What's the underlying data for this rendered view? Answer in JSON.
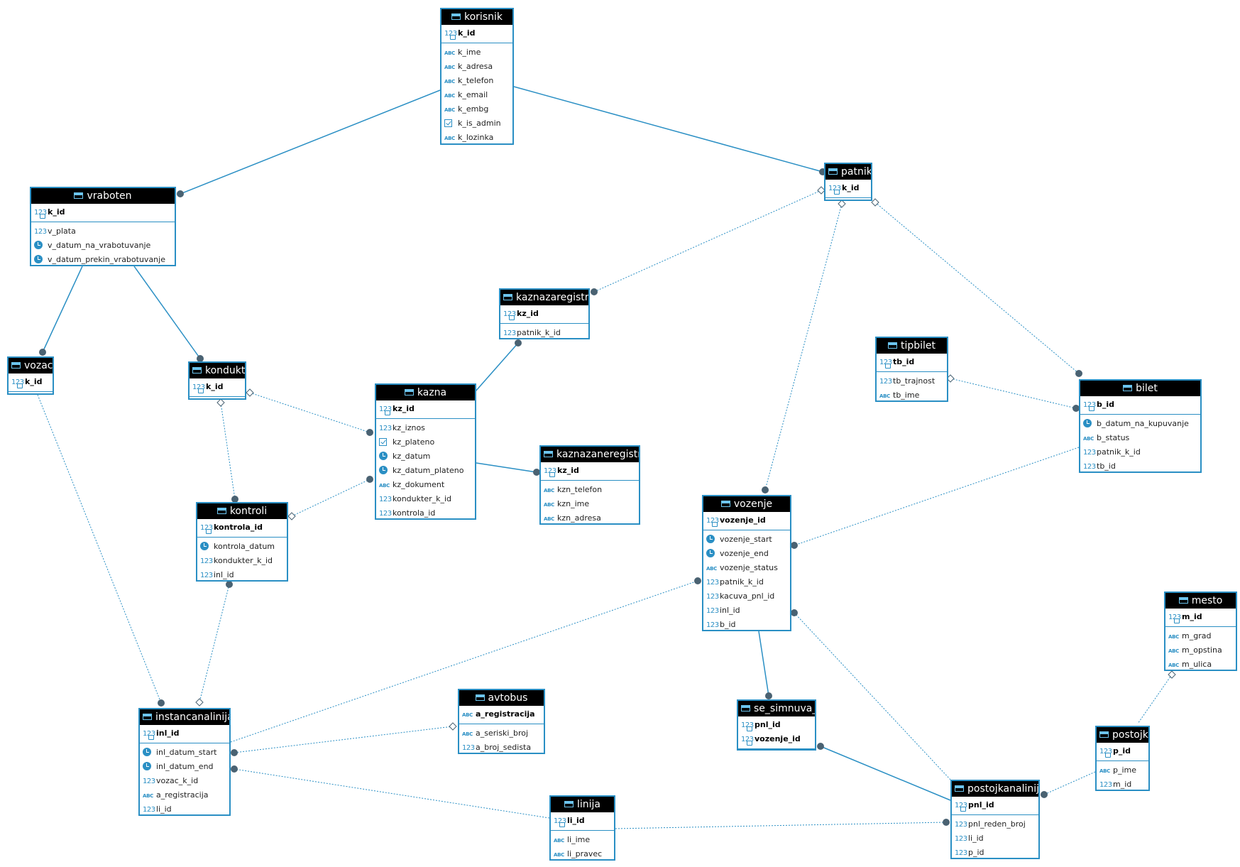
{
  "diagram": {
    "entities": [
      {
        "id": "korisnik",
        "title": "korisnik",
        "pk": [
          {
            "name": "k_id",
            "type": "key"
          }
        ],
        "columns": [
          {
            "name": "k_ime",
            "type": "abc"
          },
          {
            "name": "k_adresa",
            "type": "abc"
          },
          {
            "name": "k_telefon",
            "type": "abc"
          },
          {
            "name": "k_email",
            "type": "abc"
          },
          {
            "name": "k_embg",
            "type": "abc"
          },
          {
            "name": "k_is_admin",
            "type": "bool"
          },
          {
            "name": "k_lozinka",
            "type": "abc"
          }
        ]
      },
      {
        "id": "vraboten",
        "title": "vraboten",
        "pk": [
          {
            "name": "k_id",
            "type": "key"
          }
        ],
        "columns": [
          {
            "name": "v_plata",
            "type": "num"
          },
          {
            "name": "v_datum_na_vrabotuvanje",
            "type": "clock"
          },
          {
            "name": "v_datum_prekin_vrabotuvanje",
            "type": "clock"
          }
        ]
      },
      {
        "id": "patnik",
        "title": "patnik",
        "pk": [
          {
            "name": "k_id",
            "type": "key"
          }
        ],
        "columns": []
      },
      {
        "id": "vozac",
        "title": "vozac",
        "pk": [
          {
            "name": "k_id",
            "type": "key"
          }
        ],
        "columns": []
      },
      {
        "id": "kondukter",
        "title": "kondukter",
        "pk": [
          {
            "name": "k_id",
            "type": "key"
          }
        ],
        "columns": []
      },
      {
        "id": "kaznazaregistrirani",
        "title": "kaznazaregistrirani",
        "pk": [
          {
            "name": "kz_id",
            "type": "key"
          }
        ],
        "columns": [
          {
            "name": "patnik_k_id",
            "type": "num"
          }
        ]
      },
      {
        "id": "kazna",
        "title": "kazna",
        "pk": [
          {
            "name": "kz_id",
            "type": "key"
          }
        ],
        "columns": [
          {
            "name": "kz_iznos",
            "type": "num"
          },
          {
            "name": "kz_plateno",
            "type": "bool"
          },
          {
            "name": "kz_datum",
            "type": "clock"
          },
          {
            "name": "kz_datum_plateno",
            "type": "clock"
          },
          {
            "name": "kz_dokument",
            "type": "abc"
          },
          {
            "name": "kondukter_k_id",
            "type": "num"
          },
          {
            "name": "kontrola_id",
            "type": "num"
          }
        ]
      },
      {
        "id": "kaznazaneregistrirani",
        "title": "kaznazaneregistrirani",
        "pk": [
          {
            "name": "kz_id",
            "type": "key"
          }
        ],
        "columns": [
          {
            "name": "kzn_telefon",
            "type": "abc"
          },
          {
            "name": "kzn_ime",
            "type": "abc"
          },
          {
            "name": "kzn_adresa",
            "type": "abc"
          }
        ]
      },
      {
        "id": "tipbilet",
        "title": "tipbilet",
        "pk": [
          {
            "name": "tb_id",
            "type": "key"
          }
        ],
        "columns": [
          {
            "name": "tb_trajnost",
            "type": "num"
          },
          {
            "name": "tb_ime",
            "type": "abc"
          }
        ]
      },
      {
        "id": "bilet",
        "title": "bilet",
        "pk": [
          {
            "name": "b_id",
            "type": "key"
          }
        ],
        "columns": [
          {
            "name": "b_datum_na_kupuvanje",
            "type": "clock"
          },
          {
            "name": "b_status",
            "type": "abc"
          },
          {
            "name": "patnik_k_id",
            "type": "num"
          },
          {
            "name": "tb_id",
            "type": "num"
          }
        ]
      },
      {
        "id": "kontroli",
        "title": "kontroli",
        "pk": [
          {
            "name": "kontrola_id",
            "type": "key"
          }
        ],
        "columns": [
          {
            "name": "kontrola_datum",
            "type": "clock"
          },
          {
            "name": "kondukter_k_id",
            "type": "num"
          },
          {
            "name": "inl_id",
            "type": "num"
          }
        ]
      },
      {
        "id": "vozenje",
        "title": "vozenje",
        "pk": [
          {
            "name": "vozenje_id",
            "type": "key"
          }
        ],
        "columns": [
          {
            "name": "vozenje_start",
            "type": "clock"
          },
          {
            "name": "vozenje_end",
            "type": "clock"
          },
          {
            "name": "vozenje_status",
            "type": "abc"
          },
          {
            "name": "patnik_k_id",
            "type": "num"
          },
          {
            "name": "kacuva_pnl_id",
            "type": "num"
          },
          {
            "name": "inl_id",
            "type": "num"
          },
          {
            "name": "b_id",
            "type": "num"
          }
        ]
      },
      {
        "id": "mesto",
        "title": "mesto",
        "pk": [
          {
            "name": "m_id",
            "type": "key"
          }
        ],
        "columns": [
          {
            "name": "m_grad",
            "type": "abc"
          },
          {
            "name": "m_opstina",
            "type": "abc"
          },
          {
            "name": "m_ulica",
            "type": "abc"
          }
        ]
      },
      {
        "id": "avtobus",
        "title": "avtobus",
        "pk": [
          {
            "name": "a_registracija",
            "type": "abckey"
          }
        ],
        "columns": [
          {
            "name": "a_seriski_broj",
            "type": "abc"
          },
          {
            "name": "a_broj_sedista",
            "type": "num"
          }
        ]
      },
      {
        "id": "instancanalinija",
        "title": "instancanalinija",
        "pk": [
          {
            "name": "inl_id",
            "type": "key"
          }
        ],
        "columns": [
          {
            "name": "inl_datum_start",
            "type": "clock"
          },
          {
            "name": "inl_datum_end",
            "type": "clock"
          },
          {
            "name": "vozac_k_id",
            "type": "num"
          },
          {
            "name": "a_registracija",
            "type": "abc"
          },
          {
            "name": "li_id",
            "type": "num"
          }
        ]
      },
      {
        "id": "se_simnuva_na",
        "title": "se_simnuva_na",
        "pk": [
          {
            "name": "pnl_id",
            "type": "key"
          },
          {
            "name": "vozenje_id",
            "type": "key"
          }
        ],
        "columns": []
      },
      {
        "id": "postojka",
        "title": "postojka",
        "pk": [
          {
            "name": "p_id",
            "type": "key"
          }
        ],
        "columns": [
          {
            "name": "p_ime",
            "type": "abc"
          },
          {
            "name": "m_id",
            "type": "num"
          }
        ]
      },
      {
        "id": "linija",
        "title": "linija",
        "pk": [
          {
            "name": "li_id",
            "type": "key"
          }
        ],
        "columns": [
          {
            "name": "li_ime",
            "type": "abc"
          },
          {
            "name": "li_pravec",
            "type": "abc"
          }
        ]
      },
      {
        "id": "postojkanalinija",
        "title": "postojkanalinija",
        "pk": [
          {
            "name": "pnl_id",
            "type": "key"
          }
        ],
        "columns": [
          {
            "name": "pnl_reden_broj",
            "type": "num"
          },
          {
            "name": "li_id",
            "type": "num"
          },
          {
            "name": "p_id",
            "type": "num"
          }
        ]
      }
    ],
    "relationships": [
      {
        "from": "korisnik",
        "to": "vraboten",
        "style": "identifying"
      },
      {
        "from": "korisnik",
        "to": "patnik",
        "style": "identifying"
      },
      {
        "from": "vraboten",
        "to": "vozac",
        "style": "identifying"
      },
      {
        "from": "vraboten",
        "to": "kondukter",
        "style": "identifying"
      },
      {
        "from": "patnik",
        "to": "kaznazaregistrirani",
        "style": "non-identifying"
      },
      {
        "from": "patnik",
        "to": "vozenje",
        "style": "non-identifying"
      },
      {
        "from": "patnik",
        "to": "bilet",
        "style": "non-identifying"
      },
      {
        "from": "kaznazaregistrirani",
        "to": "kazna",
        "style": "identifying"
      },
      {
        "from": "kazna",
        "to": "kaznazaneregistrirani",
        "style": "identifying"
      },
      {
        "from": "kondukter",
        "to": "kazna",
        "style": "non-identifying"
      },
      {
        "from": "kondukter",
        "to": "kontroli",
        "style": "non-identifying"
      },
      {
        "from": "kontroli",
        "to": "kazna",
        "style": "non-identifying"
      },
      {
        "from": "tipbilet",
        "to": "bilet",
        "style": "non-identifying"
      },
      {
        "from": "bilet",
        "to": "vozenje",
        "style": "non-identifying"
      },
      {
        "from": "vozac",
        "to": "instancanalinija",
        "style": "non-identifying"
      },
      {
        "from": "instancanalinija",
        "to": "kontroli",
        "style": "non-identifying"
      },
      {
        "from": "instancanalinija",
        "to": "vozenje",
        "style": "non-identifying"
      },
      {
        "from": "avtobus",
        "to": "instancanalinija",
        "style": "non-identifying"
      },
      {
        "from": "linija",
        "to": "instancanalinija",
        "style": "non-identifying"
      },
      {
        "from": "vozenje",
        "to": "se_simnuva_na",
        "style": "identifying"
      },
      {
        "from": "postojkanalinija",
        "to": "se_simnuva_na",
        "style": "identifying"
      },
      {
        "from": "postojkanalinija",
        "to": "vozenje",
        "style": "non-identifying"
      },
      {
        "from": "linija",
        "to": "postojkanalinija",
        "style": "non-identifying"
      },
      {
        "from": "postojka",
        "to": "postojkanalinija",
        "style": "non-identifying"
      },
      {
        "from": "mesto",
        "to": "postojka",
        "style": "non-identifying"
      }
    ],
    "colors": {
      "border": "#2a8fc4",
      "header_bg": "#000000",
      "line": "#2a8fc4",
      "endpoint": "#4a6272"
    }
  }
}
